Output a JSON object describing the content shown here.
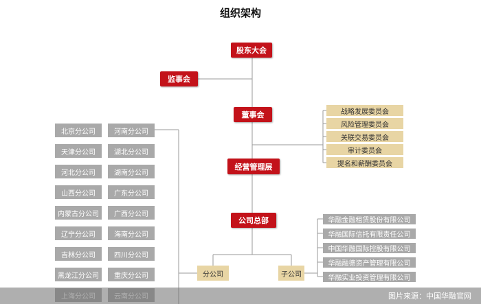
{
  "title": "组织架构",
  "top": {
    "shareholders": "股东大会",
    "supervisors": "监事会",
    "board": "董事会",
    "management": "经营管理层",
    "headquarters": "公司总部"
  },
  "committees": [
    "战略发展委员会",
    "风险管理委员会",
    "关联交易委员会",
    "审计委员会",
    "提名和薪酬委员会"
  ],
  "branches_label": "分公司",
  "subsidiaries_label": "子公司",
  "branches": [
    "北京分公司",
    "河南分公司",
    "天津分公司",
    "湖北分公司",
    "河北分公司",
    "湖南分公司",
    "山西分公司",
    "广东分公司",
    "内蒙古分公司",
    "广西分公司",
    "辽宁分公司",
    "海南分公司",
    "吉林分公司",
    "四川分公司",
    "黑龙江分公司",
    "重庆分公司",
    "上海分公司",
    "云南分公司"
  ],
  "subsidiaries": [
    "华融金融租赁股份有限公司",
    "华融国际信托有限责任公司",
    "中国华融国际控股有限公司",
    "华融融德资产管理有限公司",
    "华融实业投资管理有限公司"
  ],
  "source": "图片来源：中国华融官网",
  "colors": {
    "red": "#c3121a",
    "tan": "#e8d5a4",
    "grey": "#a9a9a9"
  }
}
